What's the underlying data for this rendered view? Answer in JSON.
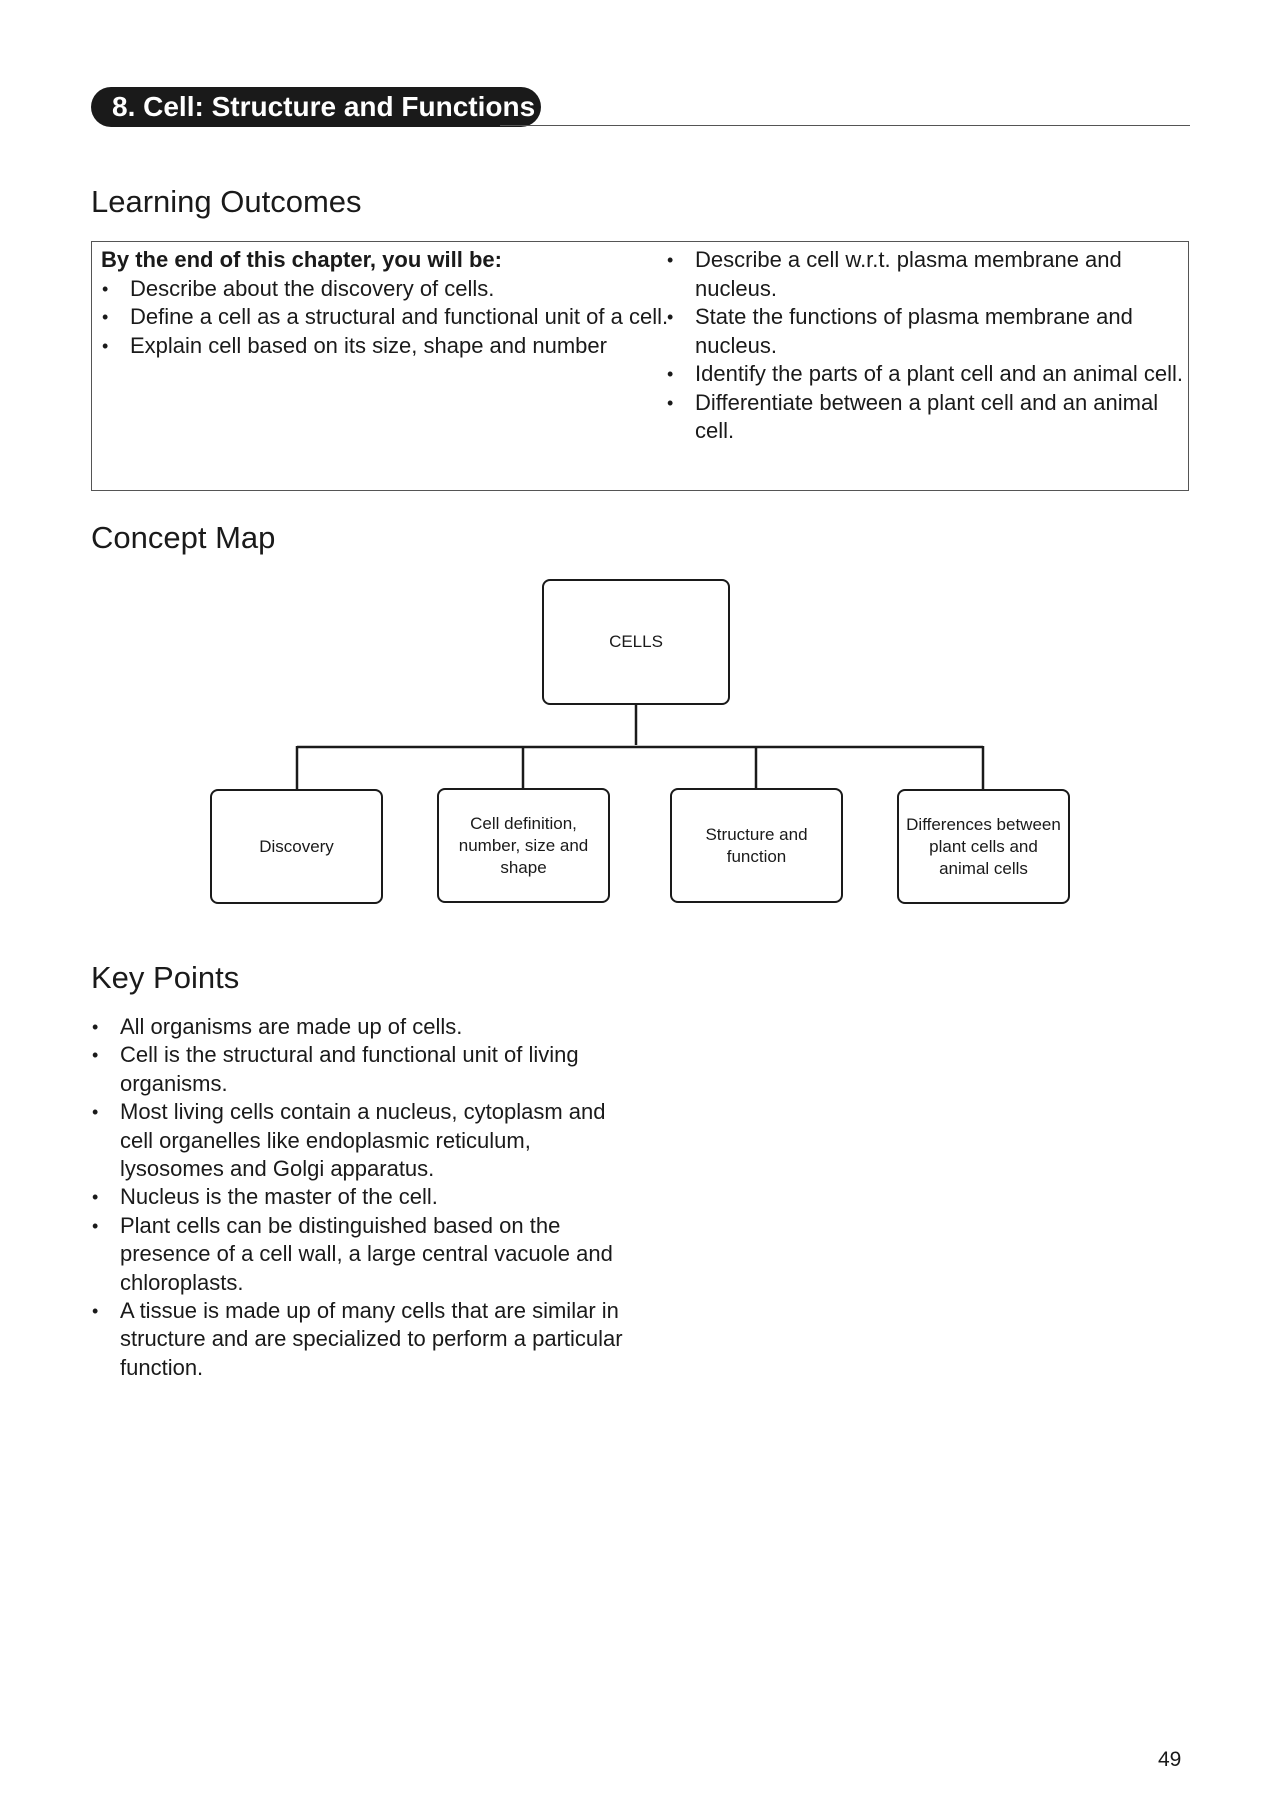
{
  "chapter": {
    "title": "8. Cell: Structure and Functions"
  },
  "learning_outcomes": {
    "heading": "Learning Outcomes",
    "lead": "By the end of this chapter, you will be:",
    "left_items": [
      "Describe about the discovery of cells.",
      "Define a cell as a structural and functional unit of a cell.",
      "Explain cell based on its size, shape and number"
    ],
    "right_items": [
      "Describe a cell w.r.t. plasma membrane and nucleus.",
      "State the functions of plasma membrane and nucleus.",
      "Identify the parts of a plant cell and an animal cell.",
      "Differentiate between a plant cell and an animal cell."
    ]
  },
  "concept_map": {
    "heading": "Concept Map",
    "root": "CELLS",
    "children": [
      "Discovery",
      "Cell definition, number, size and shape",
      "Structure and function",
      "Differences between plant cells and animal cells"
    ]
  },
  "key_points": {
    "heading": "Key Points",
    "items": [
      "All organisms are made up of cells.",
      "Cell is the structural and functional unit of living organisms.",
      "Most living cells contain a nucleus, cytoplasm and cell organelles like endoplasmic reticulum, lysosomes and Golgi apparatus.",
      "Nucleus is the master of the cell.",
      "Plant cells can be distinguished based on the presence of a cell wall, a large central vacuole and chloroplasts.",
      "A tissue is made up of many cells that are similar in structure and are specialized to perform a particular  function."
    ]
  },
  "page": {
    "number": "49"
  }
}
